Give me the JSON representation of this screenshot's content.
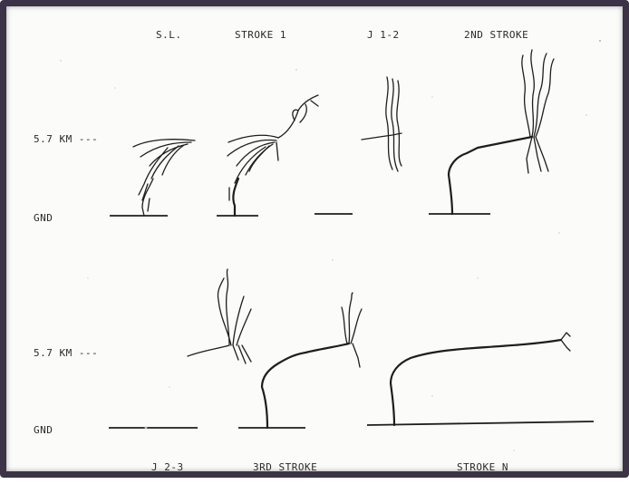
{
  "panels_top": [
    {
      "label": "S.L."
    },
    {
      "label": "STROKE 1"
    },
    {
      "label": "J 1-2"
    },
    {
      "label": "2ND STROKE"
    }
  ],
  "panels_bottom": [
    {
      "label": "J 2-3"
    },
    {
      "label": "3RD STROKE"
    },
    {
      "label": "STROKE N"
    }
  ],
  "altitude_labels": {
    "top": "5.7 KM ---",
    "bottom": "5.7 KM ---"
  },
  "ground_labels": {
    "top": "GND",
    "bottom": "GND"
  }
}
